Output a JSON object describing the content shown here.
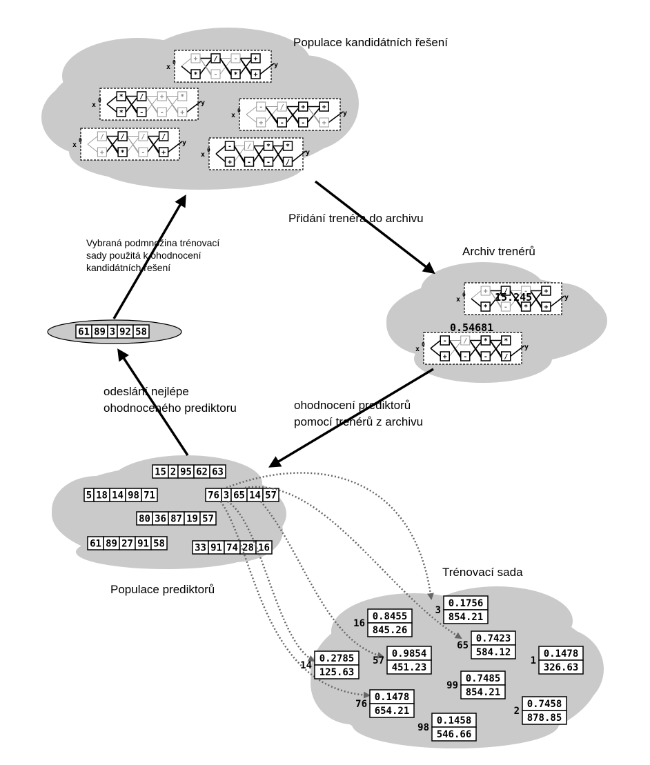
{
  "titles": {
    "population_solutions": "Populace kandidátních řešení",
    "archive": "Archiv trenérů",
    "population_predictors": "Populace prediktorů",
    "training_set": "Trénovací sada"
  },
  "arrow_labels": {
    "add_trainer": "Přidání trenéra do archivu",
    "evaluate_predictors_1": "ohodnocení prediktorů",
    "evaluate_predictors_2": "pomocí trenérů z archivu",
    "send_best_1": "odeslání nejlépe",
    "send_best_2": "ohodnoceného prediktoru",
    "subset_1": "Vybraná podmnožina trénovací",
    "subset_2": "sady použitá k ohodnocení",
    "subset_3": "kandidátních řešení"
  },
  "archive_fitness": [
    "15.245",
    "0.54681"
  ],
  "selected_predictor": [
    "61",
    "89",
    "3",
    "92",
    "58"
  ],
  "predictors": [
    [
      "15",
      "2",
      "95",
      "62",
      "63"
    ],
    [
      "5",
      "18",
      "14",
      "98",
      "71"
    ],
    [
      "76",
      "3",
      "65",
      "14",
      "57"
    ],
    [
      "80",
      "36",
      "87",
      "19",
      "57"
    ],
    [
      "61",
      "89",
      "27",
      "91",
      "58"
    ],
    [
      "33",
      "91",
      "74",
      "28",
      "16"
    ]
  ],
  "training_items": [
    {
      "index": "3",
      "input": "0.1756",
      "output": "854.21"
    },
    {
      "index": "16",
      "input": "0.8455",
      "output": "845.26"
    },
    {
      "index": "65",
      "input": "0.7423",
      "output": "584.12"
    },
    {
      "index": "57",
      "input": "0.9854",
      "output": "451.23"
    },
    {
      "index": "14",
      "input": "0.2785",
      "output": "125.63"
    },
    {
      "index": "1",
      "input": "0.1478",
      "output": "326.63"
    },
    {
      "index": "99",
      "input": "0.7485",
      "output": "854.21"
    },
    {
      "index": "76",
      "input": "0.1478",
      "output": "654.21"
    },
    {
      "index": "2",
      "input": "0.7458",
      "output": "878.85"
    },
    {
      "index": "98",
      "input": "0.1458",
      "output": "546.66"
    }
  ],
  "cgp_symbols": {
    "input": "x",
    "output": "y",
    "zero": "0",
    "ops": [
      "+",
      "-",
      "*",
      "/"
    ]
  }
}
